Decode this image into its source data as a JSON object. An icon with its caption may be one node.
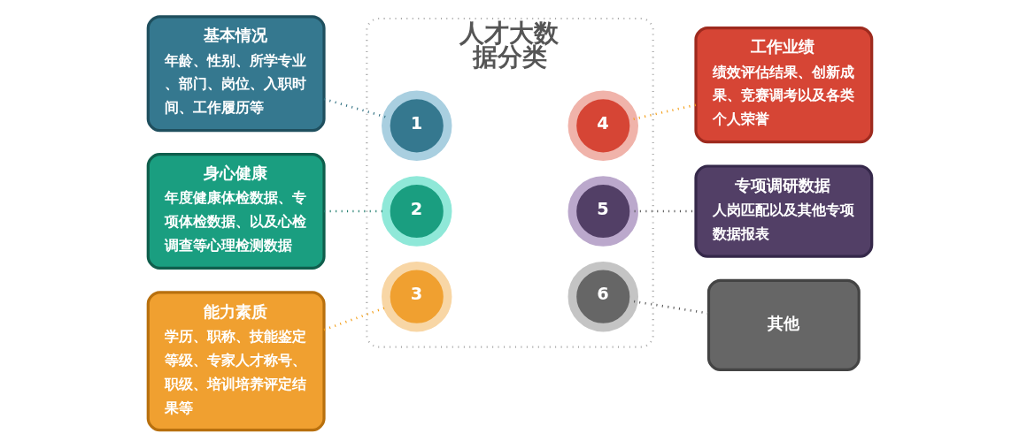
{
  "diagram": {
    "nodes": [
      {
        "text": [
          "基本情况",
          "年龄、性别、所学专业、部门、岗位、入职时间、工作履历等"
        ]
      },
      {
        "text": [
          "人才大数据分类"
        ]
      },
      {
        "text": [
          "1"
        ],
        "in": 1
      },
      {
        "text": [
          "4"
        ],
        "in": 1
      },
      {
        "text": [
          "工作业绩",
          "绩效评估结果、创新成果、竞赛调考以及各类个人荣誉"
        ]
      },
      {
        "text": [
          "身心健康",
          "年度健康体检数据、专项体检数据、以及心检调查等心理检测数据"
        ]
      },
      {
        "text": [
          "2"
        ],
        "in": 1
      },
      {
        "text": [
          "5"
        ],
        "in": 1
      },
      {
        "text": [
          "专项调研数据",
          "人岗匹配以及其他专项数据报表"
        ]
      },
      {
        "text": [
          "能力素质",
          "学历、职称、技能鉴定等级、专家人才称号、职级、培训培养评定结果等"
        ]
      },
      {
        "text": [
          "3"
        ],
        "in": 1
      },
      {
        "text": [
          "6"
        ],
        "in": 1
      },
      {
        "text": [
          "其他"
        ]
      }
    ],
    "edges": [
      {
        "from": 0,
        "to": 2,
        "arrow": "none",
        "color": "#2f6f80"
      },
      {
        "from": 3,
        "to": 4,
        "arrow": "none",
        "color": "#f39c12"
      },
      {
        "from": 5,
        "to": 6,
        "arrow": "none",
        "color": "#1a7a6a"
      },
      {
        "from": 7,
        "to": 8,
        "arrow": "none",
        "color": "#555555"
      },
      {
        "from": 9,
        "to": 10,
        "arrow": "none",
        "color": "#f39c12"
      },
      {
        "from": 11,
        "to": 12,
        "arrow": "none",
        "color": "#555555"
      }
    ]
  }
}
